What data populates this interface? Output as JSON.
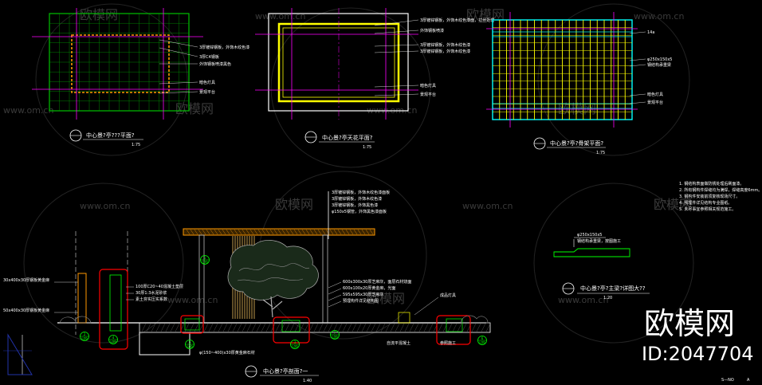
{
  "watermark": {
    "brand": "欧模网",
    "url": "www.om.cn"
  },
  "badge": {
    "brand": "欧模网",
    "id": "ID:2047704"
  },
  "plans": [
    {
      "title": "中心景?亭???平面?",
      "scale": "1:75",
      "notes": [
        "3厚镀锌钢板，外饰木纹色漆",
        "3厚C4钢板",
        "外饰钢板喷漆黑色",
        "暗色灯具",
        "景观平台"
      ]
    },
    {
      "title": "中心景?亭天花平面?",
      "scale": "1:75",
      "notes": [
        "3厚镀锌钢板，外饰木纹色漆面，拉丝处理",
        "外饰钢板喷漆",
        "3厚镀锌钢板，外饰木纹色漆",
        "3厚镀锌钢板，外饰木纹色漆",
        "暗色灯具",
        "景观平台"
      ]
    },
    {
      "title": "中心景?亭?骨架平面?",
      "scale": "1:75",
      "notes": [
        "14a",
        "φ250x150x5",
        "钢结构承重梁",
        "暗色灯具",
        "景观平台"
      ]
    }
  ],
  "section": {
    "title": "中心景?亭剖面?一",
    "scale": "1:40",
    "top_notes": [
      "3厚镀锌钢板，外饰木纹色漆面板",
      "3厚镀锌钢板，外饰木纹色漆",
      "3厚镀锌钢板，外饰黑色漆",
      "φ150x5钢管，外饰黑色漆面板"
    ],
    "left_notes": [
      "30x400x30厚钢板黄金麻",
      "50x400x30厚钢板黄金麻"
    ],
    "mid_notes": [
      "100厚C20~40混凝土垫层",
      "30厚1:3水泥砂浆",
      "素土夯实压实系数"
    ],
    "right_notes": [
      "600x300x30厚芝麻灰，面层石材烧面",
      "600x100x20厚黄金麻，光面",
      "595x595x30厚芝麻灰",
      "预埋构件详见结构图"
    ],
    "far_right_note": "成品灯具",
    "bottom_notes": [
      "φ(150~400)x30厚黄金麻石材",
      "自流平混凝土",
      "参照施工"
    ],
    "markers": [
      "1/L09",
      "2/L09",
      "4/L09",
      "5/L09",
      "3/L09",
      "6/L09",
      "7/L09"
    ]
  },
  "detail": {
    "title": "中心景?亭?主梁?详图大??",
    "scale": "1:20",
    "notes": [
      "φ250x150x5",
      "钢结构承重梁，按图施工"
    ],
    "specs": [
      "1. 钢结构表面做防锈处理后刷面漆。",
      "2. 所有钢构件焊缝均为满焊，焊缝高度6mm。",
      "3. 钢构件安装前须复核现场尺寸。",
      "4. 预埋件详见结构专业图纸。",
      "5. 未尽事宜参照相关规范施工。"
    ]
  },
  "footer": {
    "sheet": "S—NO",
    "rev": "A"
  },
  "colors": {
    "grid": "#00ff00",
    "yellow": "#ffff00",
    "orange": "#ff9900",
    "magenta": "#ff00ff",
    "cyan": "#00ffff",
    "red": "#ff0000",
    "white": "#ffffff"
  }
}
